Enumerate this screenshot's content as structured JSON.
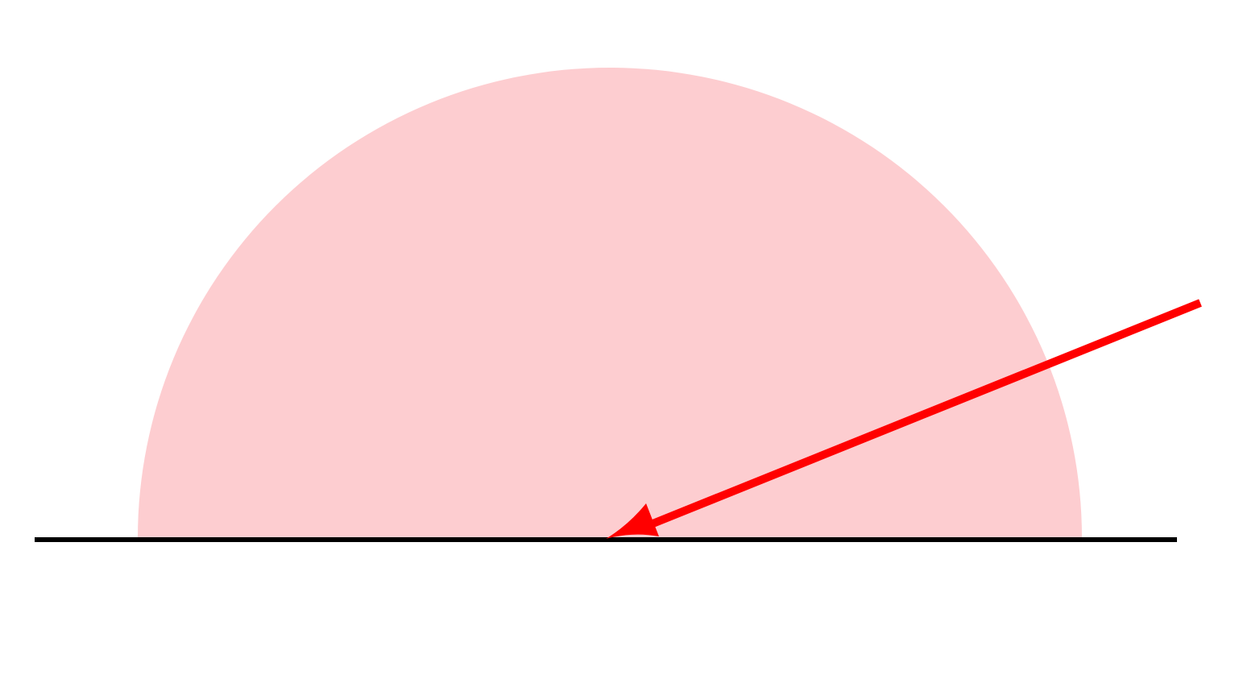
{
  "diagram": {
    "elements": [
      {
        "name": "semicircle-region",
        "shape": "half-disc"
      },
      {
        "name": "baseline",
        "shape": "horizontal-line"
      },
      {
        "name": "incident-arrow",
        "shape": "arrow",
        "direction": "down-left"
      }
    ],
    "colors": {
      "background": "#ffffff",
      "semicircle_fill": "#fdcdd0",
      "baseline": "#000000",
      "arrow": "#ff0000"
    }
  }
}
